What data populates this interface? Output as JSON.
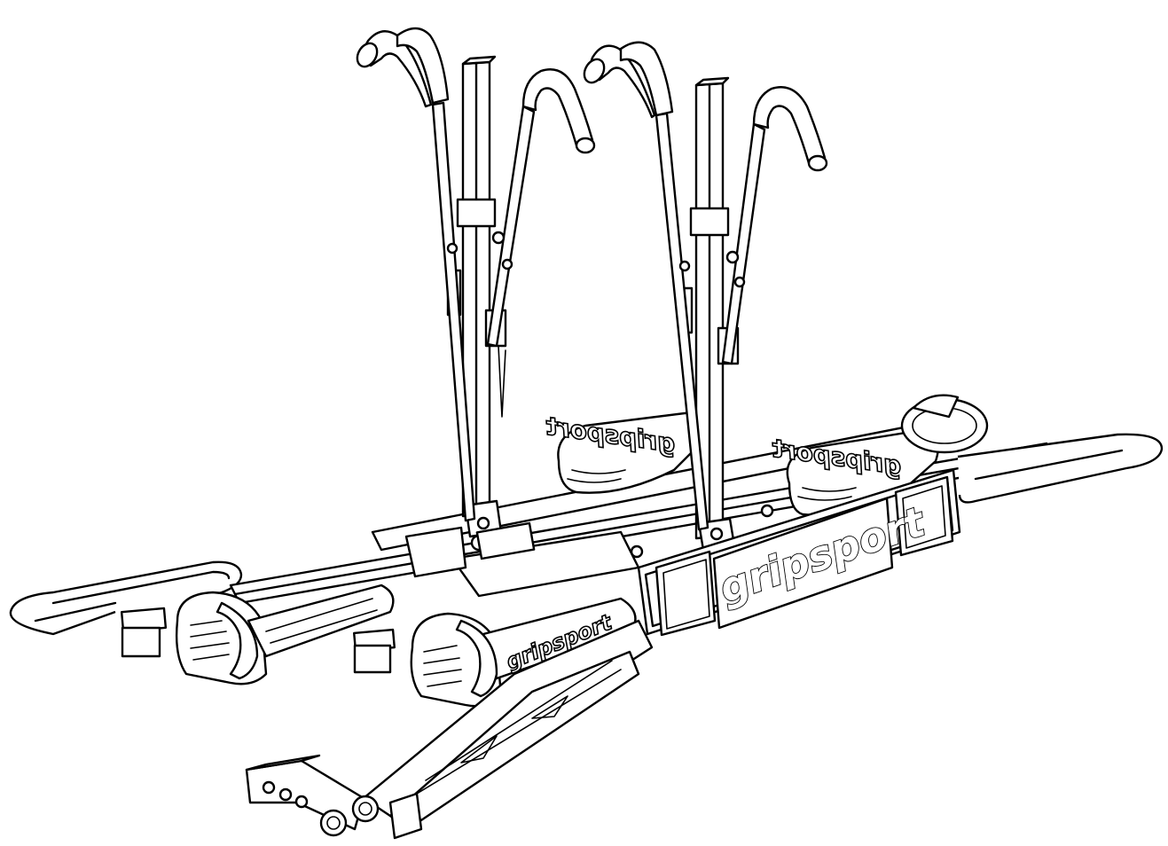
{
  "brand": {
    "logo_main": "gripsport",
    "logo_tray": "gripsport",
    "logo_mirrored": "gripsport"
  },
  "colors": {
    "line": "#000000",
    "background": "#ffffff"
  }
}
